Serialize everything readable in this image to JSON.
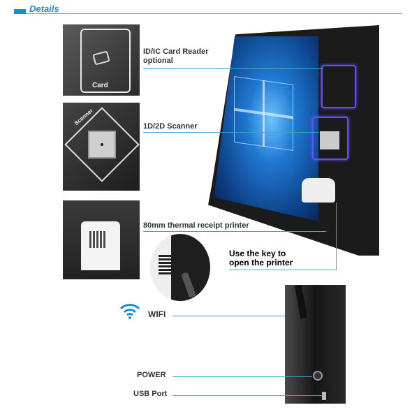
{
  "header": {
    "title": "Details",
    "accent": "#1a8fd6"
  },
  "features": {
    "card_reader": {
      "line1": "ID/IC Card Reader",
      "line2": "optional",
      "photo_text": "Card"
    },
    "scanner": {
      "label": "1D/2D Scanner",
      "photo_text": "Scanner"
    },
    "printer": {
      "label": "80mm thermal receipt printer",
      "note_line1": "Use the key to",
      "note_line2": "open the printer"
    },
    "wifi": {
      "label": "WIFI",
      "icon": "wifi-icon"
    },
    "power": {
      "label": "POWER"
    },
    "usb": {
      "label": "USB Port"
    }
  },
  "colors": {
    "line": "#3aa8cf",
    "screen": "#1565c0",
    "panel_glow": "#6a4cff"
  }
}
